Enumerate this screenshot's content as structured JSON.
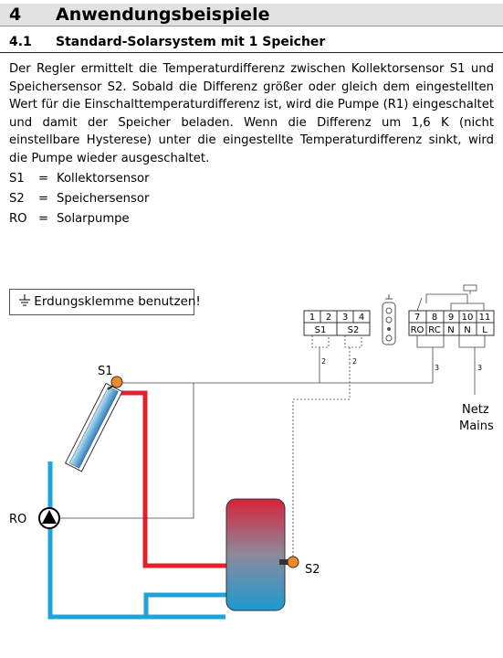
{
  "section": {
    "number": "4",
    "title": "Anwendungsbeispiele"
  },
  "subsection": {
    "number": "4.1",
    "title": "Standard-Solarsystem mit 1 Speicher"
  },
  "paragraph": "Der Regler ermittelt die Temperaturdifferenz zwischen Kollektorsensor S1 und Speichersensor S2. Sobald die Differenz größer oder gleich dem eingestellten Wert für die Einschalttemperaturdifferenz ist, wird die Pumpe (R1) eingeschaltet und damit der Speicher beladen. Wenn die Differenz um 1,6 K (nicht einstellbare Hysterese) unter die eingestellte Temperaturdifferenz sinkt, wird die Pumpe wieder ausgeschaltet.",
  "legend": [
    {
      "code": "S1",
      "sep": "=",
      "desc": "Kollektorsensor"
    },
    {
      "code": "S2",
      "sep": "=",
      "desc": "Speichersensor"
    },
    {
      "code": "RO",
      "sep": "=",
      "desc": "Solarpumpe"
    }
  ],
  "note": {
    "icon": "ground-icon",
    "text": "Erdungsklemme benutzen!"
  },
  "diagram": {
    "labels": {
      "s1": "S1",
      "s2": "S2",
      "ro": "RO",
      "netz": "Netz",
      "mains": "Mains"
    },
    "terminals_left": {
      "numbers": [
        "1",
        "2",
        "3",
        "4"
      ],
      "groups": [
        "S1",
        "S2"
      ]
    },
    "terminals_right": {
      "numbers": [
        "7",
        "8",
        "9",
        "10",
        "11"
      ],
      "names": [
        "RO",
        "RC",
        "N",
        "N",
        "L"
      ]
    },
    "wire_counts": {
      "s1": "2",
      "s2": "2",
      "relay": "3",
      "mains": "3"
    },
    "colors": {
      "hot": "#e3202e",
      "cold": "#1fa3d8",
      "sensor": "#f08a24",
      "tank_top": "#d8233a",
      "tank_bottom": "#1b9ad0"
    }
  }
}
